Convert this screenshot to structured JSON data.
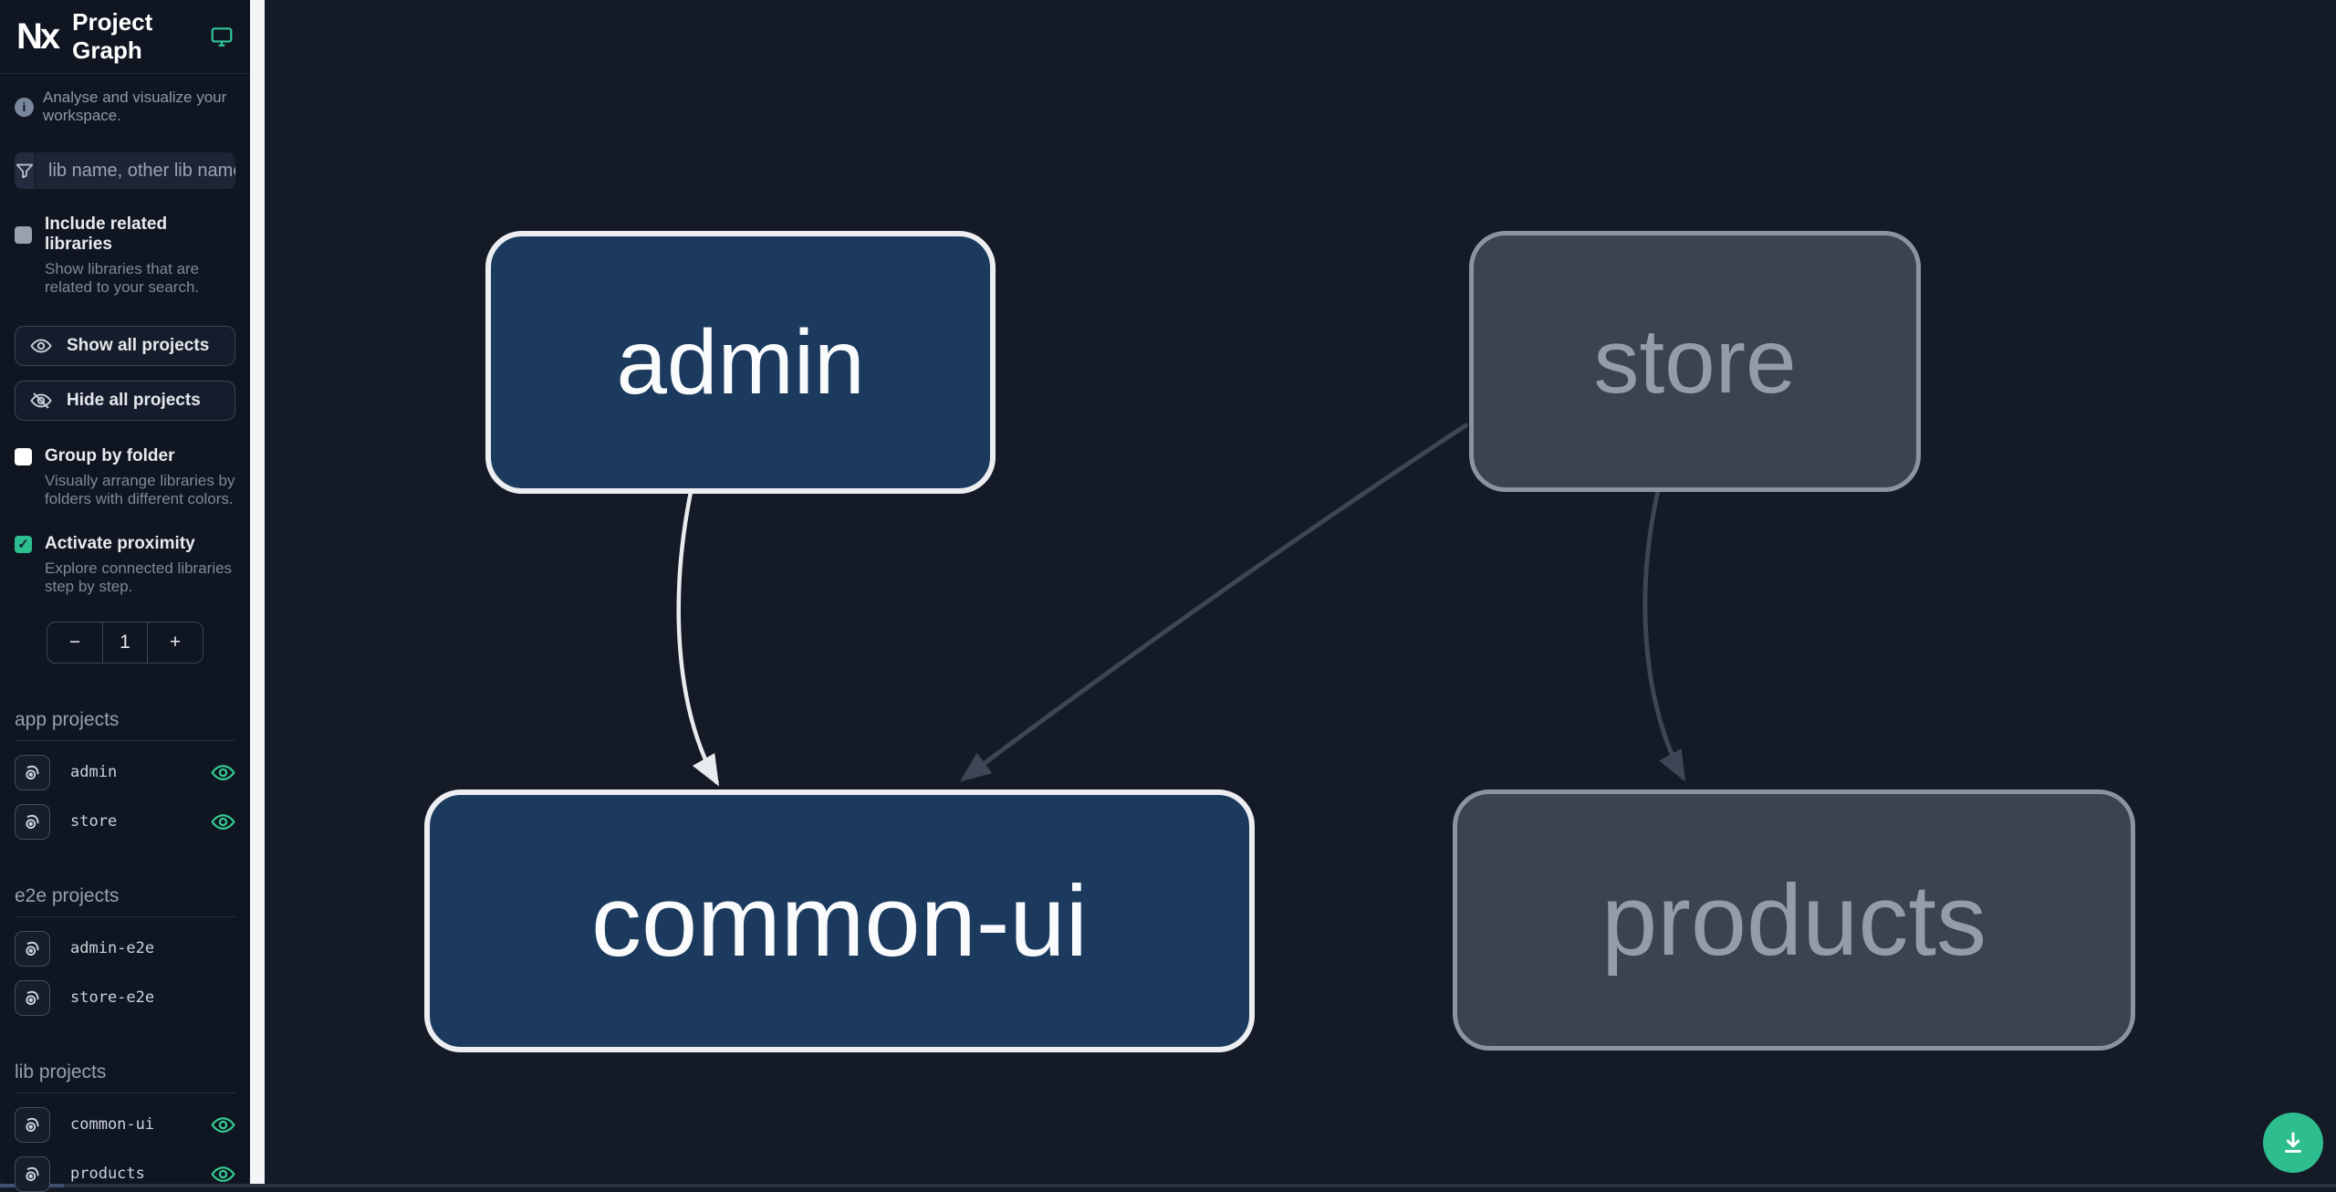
{
  "header": {
    "logo_text": "Nx",
    "title": "Project Graph"
  },
  "sidebar": {
    "tagline": "Analyse and visualize your workspace.",
    "filter_placeholder": "lib name, other lib name",
    "checkboxes": [
      {
        "label": "Include related libraries",
        "description": "Show libraries that are related to your search.",
        "checked": false
      },
      {
        "label": "Group by folder",
        "description": "Visually arrange libraries by folders with different colors.",
        "checked": false
      },
      {
        "label": "Activate proximity",
        "description": "Explore connected libraries step by step.",
        "checked": true,
        "mark": "✓"
      }
    ],
    "buttons": [
      {
        "label": "Show all projects"
      },
      {
        "label": "Hide all projects"
      }
    ],
    "stepper": {
      "decrement": "−",
      "value": "1",
      "increment": "+"
    },
    "sections": [
      {
        "title": "app projects",
        "items": [
          {
            "name": "admin",
            "visible": true
          },
          {
            "name": "store",
            "visible": true
          }
        ]
      },
      {
        "title": "e2e projects",
        "items": [
          {
            "name": "admin-e2e",
            "visible": false
          },
          {
            "name": "store-e2e",
            "visible": false
          }
        ]
      },
      {
        "title": "lib projects",
        "items": [
          {
            "name": "common-ui",
            "visible": true
          },
          {
            "name": "products",
            "visible": true
          }
        ]
      }
    ]
  },
  "graph": {
    "nodes": [
      {
        "id": "admin",
        "label": "admin",
        "state": "focused"
      },
      {
        "id": "store",
        "label": "store",
        "state": "faded"
      },
      {
        "id": "common-ui",
        "label": "common-ui",
        "state": "focused"
      },
      {
        "id": "products",
        "label": "products",
        "state": "faded"
      }
    ],
    "edges": [
      {
        "from": "admin",
        "to": "common-ui",
        "state": "highlighted"
      },
      {
        "from": "store",
        "to": "common-ui",
        "state": "faded"
      },
      {
        "from": "store",
        "to": "products",
        "state": "faded"
      }
    ]
  },
  "colors": {
    "accent": "#2ebd8e",
    "canvas_bg": "#141a26",
    "sidebar_bg": "#0f1521",
    "node_focused_fill": "#1b3a5e",
    "node_focused_border": "#eceef1",
    "node_faded_fill": "#3b4250",
    "node_faded_border": "#8d939e",
    "edge_highlighted": "#e9ecef",
    "edge_faded": "#3e4554"
  }
}
